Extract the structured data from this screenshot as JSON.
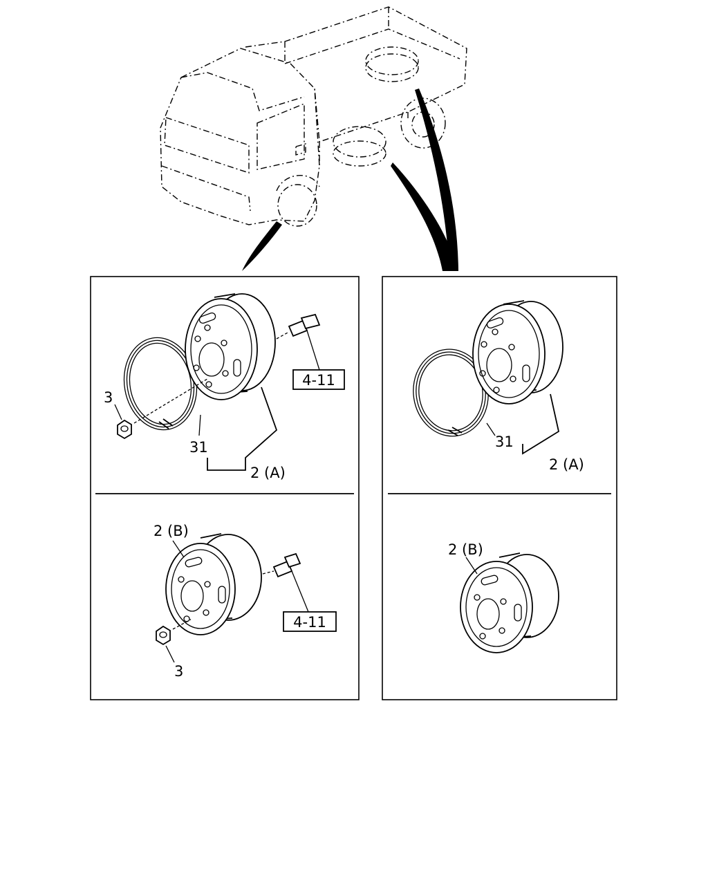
{
  "callouts": {
    "left_top": {
      "nut": "3",
      "ring": "31",
      "wheel": "2 (A)",
      "ref": "4-11"
    },
    "left_bottom": {
      "wheel": "2 (B)",
      "ref": "4-11",
      "nut": "3"
    },
    "right_top": {
      "ring": "31",
      "wheel": "2 (A)"
    },
    "right_bottom": {
      "wheel": "2 (B)"
    }
  }
}
